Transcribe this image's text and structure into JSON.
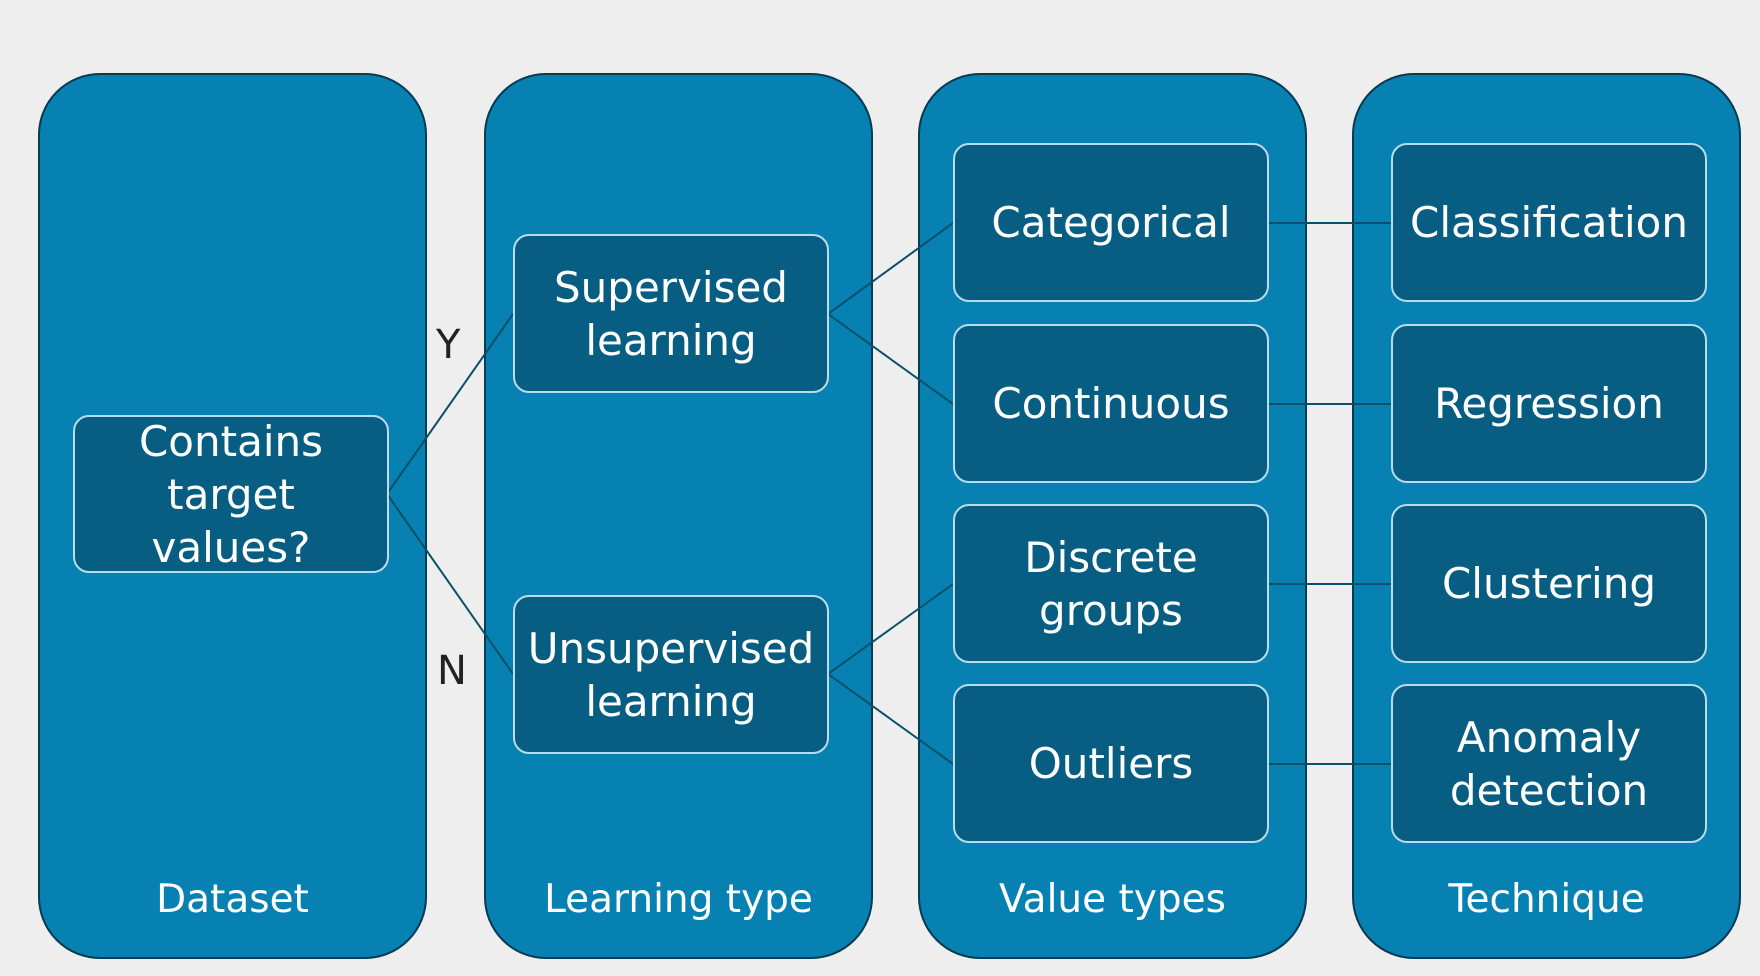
{
  "columns": [
    {
      "id": "dataset",
      "title": "Dataset"
    },
    {
      "id": "learning-type",
      "title": "Learning type"
    },
    {
      "id": "value-types",
      "title": "Value types"
    },
    {
      "id": "technique",
      "title": "Technique"
    }
  ],
  "nodes": {
    "contains_target": "Contains\ntarget values?",
    "supervised": "Supervised\nlearning",
    "unsupervised": "Unsupervised\nlearning",
    "categorical": "Categorical",
    "continuous": "Continuous",
    "discrete_groups": "Discrete\ngroups",
    "outliers": "Outliers",
    "classification": "Classification",
    "regression": "Regression",
    "clustering": "Clustering",
    "anomaly_detection": "Anomaly\ndetection"
  },
  "edge_labels": {
    "yes": "Y",
    "no": "N"
  },
  "colors": {
    "column_fill": "#0780b2",
    "node_fill": "#075e82",
    "node_border": "#b9dced",
    "connector": "#0b4f69",
    "background": "#eeeeee"
  }
}
